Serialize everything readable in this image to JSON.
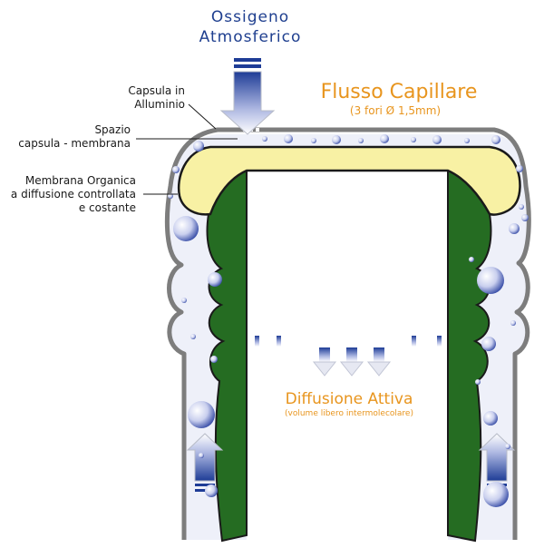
{
  "labels": {
    "oxygen_line1": "Ossigeno",
    "oxygen_line2": "Atmosferico",
    "capsule_line1": "Capsula in",
    "capsule_line2": "Alluminio",
    "space_line1": "Spazio",
    "space_line2": "capsula - membrana",
    "membrane_line1": "Membrana Organica",
    "membrane_line2": "a diffusione controllata",
    "membrane_line3": "e costante",
    "capillary_title": "Flusso Capillare",
    "capillary_sub": "(3 fori Ø 1,5mm)",
    "diffusion_title": "Diffusione Attiva",
    "diffusion_sub": "(volume libero intermolecolare)"
  },
  "colors": {
    "oxygen_text": "#1f3f8f",
    "accent_orange": "#e8951e",
    "glass_green": "#256c22",
    "membrane_yellow": "#f8f1a4",
    "capsule_gray": "#7d7d7d",
    "bubble_blue": "#3a4fa8"
  },
  "icons": {
    "oxygen": "down-arrow-icon",
    "diffusion": "down-arrow-icon",
    "side_inflow": "up-arrow-icon"
  }
}
